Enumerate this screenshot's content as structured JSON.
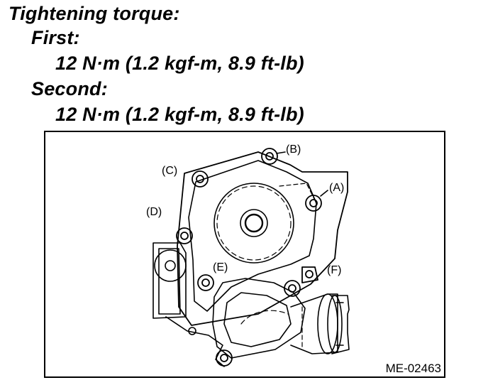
{
  "spec": {
    "title": "Tightening torque:",
    "first_label": "First:",
    "first_value": "12 N·m (1.2 kgf-m, 8.9 ft-lb)",
    "second_label": "Second:",
    "second_value": "12 N·m (1.2 kgf-m, 8.9 ft-lb)"
  },
  "figure": {
    "callouts": {
      "a": "(A)",
      "b": "(B)",
      "c": "(C)",
      "d": "(D)",
      "e": "(E)",
      "f": "(F)"
    },
    "figure_id": "ME-02463"
  }
}
